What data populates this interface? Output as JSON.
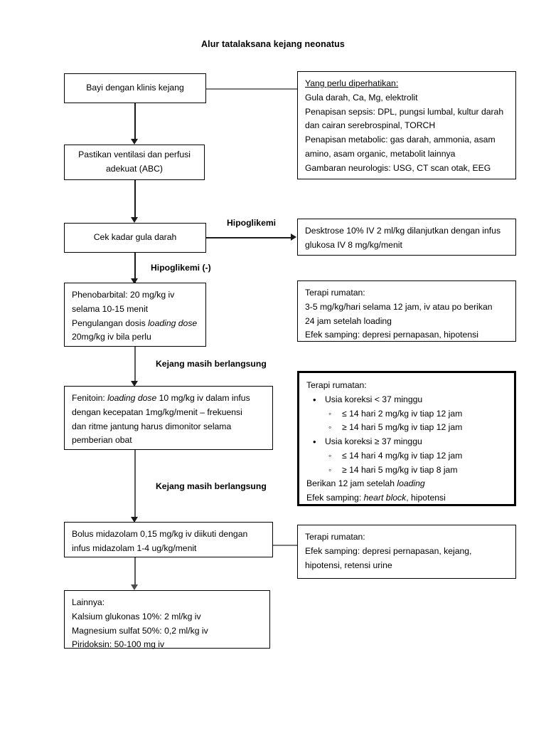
{
  "title": "Alur tatalaksana kejang neonatus",
  "nodes": {
    "clinical_seizure": "Bayi dengan klinis kejang",
    "ventilation": {
      "line1": "Pastikan ventilasi dan perfusi",
      "line2": "adekuat (ABC)"
    },
    "check_glucose": "Cek kadar gula darah",
    "attention_box": {
      "heading": "Yang perlu diperhatikan:",
      "lines": [
        "Gula darah, Ca, Mg, elektrolit",
        "Penapisan sepsis: DPL, pungsi lumbal, kultur darah",
        "dan cairan serebrospinal, TORCH",
        "Penapisan metabolic: gas darah, ammonia, asam",
        "amino, asam organic, metabolit lainnya",
        "Gambaran neurologis: USG, CT scan otak, EEG"
      ]
    },
    "dextrose_box": {
      "line1": "Desktrose 10% IV 2 ml/kg dilanjutkan dengan infus",
      "line2": "glukosa IV 8 mg/kg/menit"
    },
    "phenobarbital_box": {
      "line1": "Phenobarbital: 20 mg/kg iv",
      "line2": "selama 10-15 menit",
      "line3_pre": "Pengulangan dosis ",
      "line3_italic": "loading dose",
      "line4": "20mg/kg iv bila perlu"
    },
    "phenobarbital_maintenance": {
      "heading": "Terapi rumatan:",
      "lines": [
        "3-5 mg/kg/hari selama 12 jam, iv atau po berikan",
        "24 jam setelah loading",
        "Efek samping: depresi pernapasan, hipotensi"
      ]
    },
    "fenitoin_box": {
      "line1_pre": "Fenitoin: ",
      "line1_italic": "loading dose",
      "line1_post": " 10 mg/kg iv dalam infus",
      "line2": "dengan kecepatan 1mg/kg/menit – frekuensi",
      "line3": "dan ritme jantung harus dimonitor selama",
      "line4": "pemberian obat"
    },
    "fenitoin_maintenance": {
      "heading": "Terapi rumatan:",
      "group1": {
        "label": "Usia koreksi < 37 minggu",
        "items": [
          "≤ 14 hari 2 mg/kg iv tiap 12 jam",
          "≥ 14 hari 5 mg/kg iv tiap 12 jam"
        ]
      },
      "group2": {
        "label": "Usia koreksi ≥ 37 minggu",
        "items": [
          "≤ 14 hari 4 mg/kg iv tiap 12 jam",
          "≥ 14 hari 5 mg/kg iv tiap 8 jam"
        ]
      },
      "footer1_pre": "Berikan 12 jam setelah ",
      "footer1_italic": "loading",
      "footer2_pre": "Efek samping: ",
      "footer2_italic": "heart block",
      "footer2_post": ", hipotensi"
    },
    "midazolam_box": {
      "line1": "Bolus midazolam 0,15 mg/kg iv diikuti dengan",
      "line2": "infus midazolam 1-4 ug/kg/menit"
    },
    "midazolam_maintenance": {
      "heading": "Terapi rumatan:",
      "lines": [
        "Efek samping: depresi pernapasan, kejang,",
        "hipotensi, retensi urine"
      ]
    },
    "others_box": {
      "heading": "Lainnya:",
      "lines": [
        "Kalsium glukonas 10%: 2 ml/kg iv",
        "Magnesium sulfat 50%: 0,2 ml/kg iv",
        "Piridoksin: 50-100 mg iv"
      ]
    }
  },
  "edge_labels": {
    "hypoglycemia": "Hipoglikemi",
    "hypoglycemia_negative": "Hipoglikemi (-)",
    "seizure_continues_1": "Kejang masih berlangsung",
    "seizure_continues_2": "Kejang masih berlangsung"
  },
  "colors": {
    "border": "#000000",
    "connector": "#595959",
    "background": "#ffffff"
  }
}
